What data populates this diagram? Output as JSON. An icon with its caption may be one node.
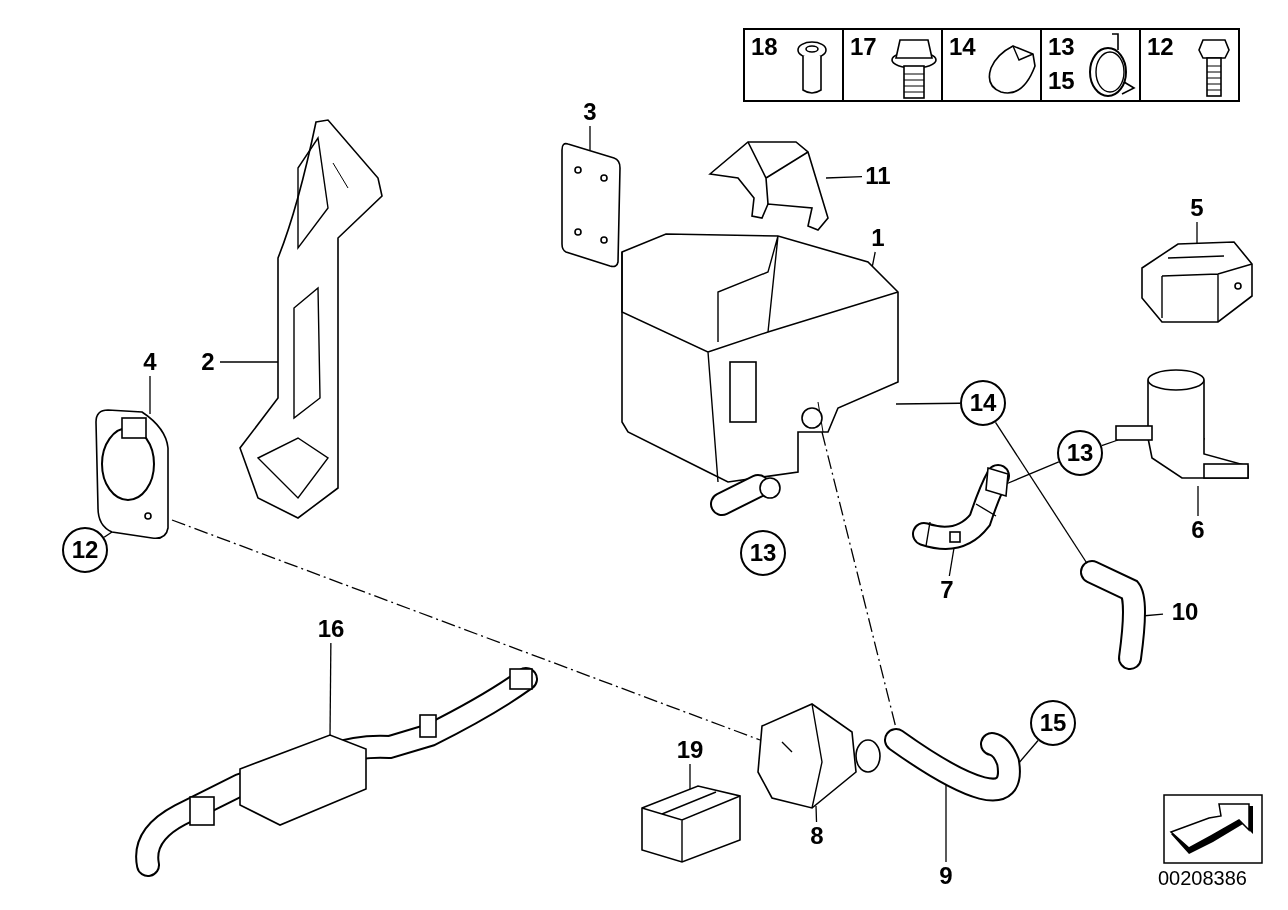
{
  "diagram": {
    "nodes": [
      {
        "text": [
          "3"
        ]
      },
      {
        "text": [],
        "shape": "picture"
      },
      {
        "text": [
          "11"
        ]
      },
      {
        "text": [],
        "shape": "picture"
      },
      {
        "text": [
          "5"
        ]
      },
      {
        "text": [],
        "shape": "picture"
      },
      {
        "text": [
          "1"
        ]
      },
      {
        "text": [],
        "shape": "picture"
      },
      {
        "text": [
          "2"
        ]
      },
      {
        "text": [],
        "shape": "picture"
      },
      {
        "text": [
          "4"
        ]
      },
      {
        "text": [],
        "shape": "picture"
      },
      {
        "text": [
          "12"
        ]
      },
      {
        "text": [
          "13"
        ]
      },
      {
        "text": [],
        "shape": "picture"
      },
      {
        "text": [
          "13"
        ]
      },
      {
        "text": [
          "14"
        ]
      },
      {
        "text": [
          "6"
        ]
      },
      {
        "text": [
          "7"
        ]
      },
      {
        "text": [],
        "shape": "picture"
      },
      {
        "text": [
          "10"
        ]
      },
      {
        "text": [],
        "shape": "picture"
      },
      {
        "text": [
          "16"
        ]
      },
      {
        "text": [],
        "shape": "picture"
      },
      {
        "text": [
          "15"
        ]
      },
      {
        "text": [],
        "shape": "picture"
      },
      {
        "text": [
          "19"
        ]
      },
      {
        "text": [],
        "shape": "picture"
      },
      {
        "text": [
          "8"
        ]
      },
      {
        "text": [],
        "shape": "picture"
      },
      {
        "text": [
          "9"
        ]
      }
    ],
    "edges": [
      {
        "from": 0,
        "to": 1,
        "arrow": "none"
      },
      {
        "from": 2,
        "to": 3,
        "arrow": "none"
      },
      {
        "from": 4,
        "to": 5,
        "arrow": "none"
      },
      {
        "from": 6,
        "to": 7,
        "arrow": "none"
      },
      {
        "from": 8,
        "to": 9,
        "arrow": "none"
      },
      {
        "from": 10,
        "to": 11,
        "arrow": "none"
      },
      {
        "from": 12,
        "to": 11,
        "arrow": "none"
      },
      {
        "from": 13,
        "to": 19,
        "arrow": "none"
      },
      {
        "from": 13,
        "to": 14,
        "arrow": "none"
      },
      {
        "from": 16,
        "to": 7,
        "arrow": "none"
      },
      {
        "from": 16,
        "to": 21,
        "arrow": "none"
      },
      {
        "from": 17,
        "to": 14,
        "arrow": "none"
      },
      {
        "from": 18,
        "to": 19,
        "arrow": "none"
      },
      {
        "from": 20,
        "to": 21,
        "arrow": "none"
      },
      {
        "from": 22,
        "to": 23,
        "arrow": "none"
      },
      {
        "from": 24,
        "to": 25,
        "arrow": "none"
      },
      {
        "from": 26,
        "to": 27,
        "arrow": "none"
      },
      {
        "from": 28,
        "to": 29,
        "arrow": "none"
      },
      {
        "from": 30,
        "to": 25,
        "arrow": "none"
      },
      {
        "from": 11,
        "to": 29,
        "arrow": "none",
        "style": "dashed"
      },
      {
        "from": 7,
        "to": 25,
        "arrow": "none",
        "style": "dashed"
      }
    ],
    "labels": [
      "18",
      "17",
      "14",
      "13",
      "15",
      "12",
      "00208386"
    ]
  }
}
